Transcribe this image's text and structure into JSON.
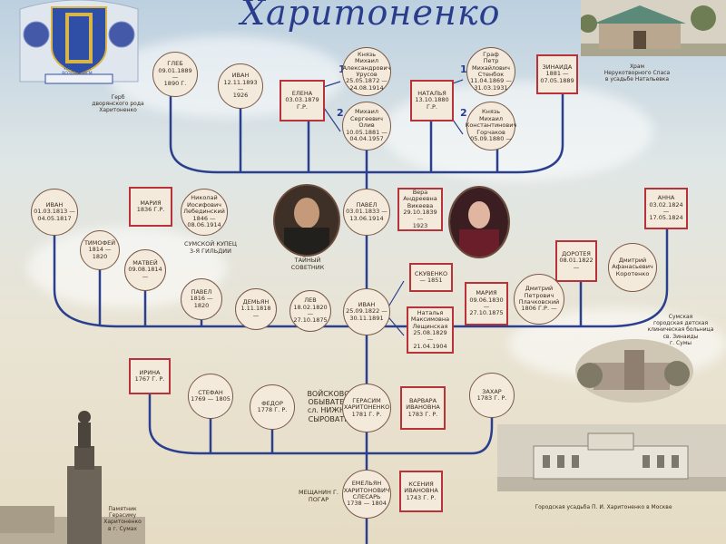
{
  "title": "Харитоненко",
  "coat_caption": "Герб\nдворянского рода\nХаритоненко",
  "coat_motto": "УСЕРДИЕМ И ВОЗДЪЯНИЕМ",
  "church_caption": "Храм\nНерукотворного Спаса\nв усадьбе Натальевка",
  "people": {
    "gleb": "ГЛЕБ\n09.01.1889 —\n1890 Г.",
    "ivan2": "ИВАН\n12.11.1893 —\n1926",
    "elena": "ЕЛЕНА\n03.03.1879 Г.Р.",
    "urusov": "Князь\nМихаил\nАлександрович\nУрусов\n25.05.1872 —\n24.08.1914",
    "olive": "Михаил\nСергеевич\nОлив\n10.05.1881 —\n04.04.1957",
    "natalia": "НАТАЛЬЯ\n13.10.1880 Г.Р.",
    "stenbok": "Граф\nПетр\nМихайлович\nСтенбок\n11.04.1869 —\n31.03.1931",
    "gorchakov": "Князь\nМихаил\nКонстантинович\nГорчаков\n05.09.1880 —",
    "zinaida": "ЗИНАИДА\n1881 —\n07.05.1889",
    "ivan1": "ИВАН\n01.03.1813 —\n04.05.1817",
    "timofei": "ТИМОФЕЙ\n1814 — 1820",
    "maria1": "МАРИЯ\n1836 Г.Р.",
    "lebedinsky": "Николай\nИосифович\nЛебединский\n1846 —\n08.06.1914",
    "matvei": "МАТВЕЙ\n09.08.1814 —",
    "pavel1": "ПАВЕЛ\n1816 — 1820",
    "demyan": "ДЕМЬЯН\n1.11.1818 —",
    "lev": "ЛЕВ\n18.02.1820 —\n27.10.1875",
    "pavel2": "ПАВЕЛ\n03.01.1833 —\n13.06.1914",
    "vera": "Вера\nАндреевна\nВикеева\n29.10.1839 —\n1923",
    "anna": "АННА\n03.02.1824 —\n17.05.1824",
    "dorotea": "ДОРОТЕЯ\n08.01.1822 —",
    "korotenko": "Дмитрий\nАфанасьевич\nКоротенко",
    "skuvenko": "СКУВЕНКО\n— 1851",
    "ivan3": "ИВАН\n25.09.1822 —\n30.11.1891",
    "natalia_l": "Наталья\nМаксимовна\nЛещинская\n25.08.1829 —\n21.04.1904",
    "maria2": "МАРИЯ\n09.06.1830 —\n27.10.1875",
    "plachkovsky": "Дмитрий\nПетрович\nПлачковский\n1806 Г.Р. —",
    "irina": "ИРИНА\n1767 Г. Р.",
    "stepan": "СТЕФАН\n1769 — 1805",
    "fedor": "ФЕДОР\n1778 Г. Р.",
    "gerasim": "ГЕРАСИМ\nХАРИТОНЕНКО\n1781 Г. Р.",
    "varvara": "ВАРВАРА\nИВАНОВНА\n1783 Г. Р.",
    "zakhar": "ЗАХАР\n1783 Г. Р.",
    "emelyan": "ЕМЕЛЬЯН\nХАРИТОНОВИЧ\nСЛЕСАРЬ\n1738 — 1804",
    "ksenia": "КСЕНИЯ\nИВАНОВНА\n1743 Г. Р."
  },
  "notes": {
    "merchant": "СУМСКОЙ КУПЕЦ\n3-Я ГИЛЬДИИ",
    "councillor": "ТАЙНЫЙ\nСОВЕТНИК",
    "military": "ВОЙСКОВОЙ\nОБЫВАТЕЛЬ\nсл. НИЖНЯЯ\nСЫРОВАТКА",
    "pogar": "МЕЩАНИН Г. ПОГАР",
    "hospital": "Сумская\nгородская детская\nклиническая больница\nсв. Зинаиды\nг. Сумы",
    "manor_moscow": "Городская усадьба П. И. Харитоненко в Москве",
    "monument": "Памятник\nГерасиму\nХаритоненко\nв г. Сумах"
  },
  "markers": [
    "1",
    "2",
    "1",
    "2"
  ],
  "colors": {
    "line": "#2b3f8f",
    "frame": "#b8323a",
    "title": "#2a3c8c"
  }
}
